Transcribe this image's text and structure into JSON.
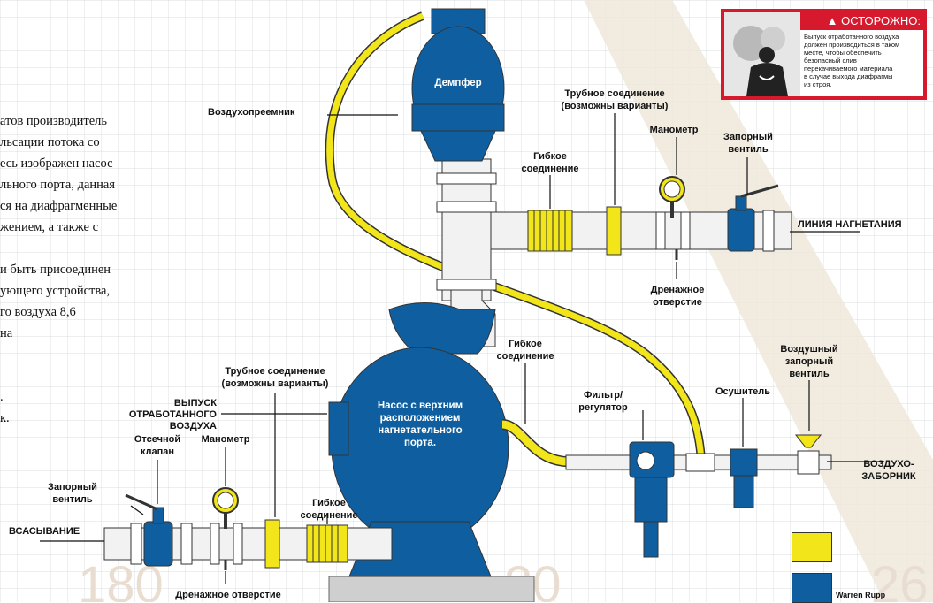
{
  "body_text": [
    "атов производитель",
    "льсации потока со",
    "есь изображен насос",
    "льного порта, данная",
    "ся на диафрагменные",
    "жением, а также с",
    "",
    "и быть присоединен",
    "ующего устройства,",
    "го воздуха 8,6",
    "на",
    "",
    "",
    ".",
    "к."
  ],
  "warning": {
    "title": "ОСТОРОЖНО:",
    "lines": [
      "Выпуск отработанного воздуха",
      "должен производиться в таком",
      "месте, чтобы обеспечить",
      "безопасный слив",
      "перекачиваемого материала",
      "в случае выхода диафрагмы",
      "из строя."
    ]
  },
  "components": {
    "damper": "Демпфер",
    "pump": [
      "Насос с верхним",
      "расположением",
      "нагнетательного",
      "порта."
    ]
  },
  "labels": {
    "air_intake": "Воздухопреемник",
    "pipe_conn_top": [
      "Трубное соединение",
      "(возможны варианты)"
    ],
    "flex_top": [
      "Гибкое",
      "соединение"
    ],
    "gauge_top": "Манометр",
    "valve_top": [
      "Запорный",
      "вентиль"
    ],
    "discharge_line": "ЛИНИЯ НАГНЕТАНИЯ",
    "drain_top": [
      "Дренажное",
      "отверстие"
    ],
    "flex_mid": [
      "Гибкое",
      "соединение"
    ],
    "air_valve": [
      "Воздушный",
      "запорный",
      "вентиль"
    ],
    "dryer": "Осушитель",
    "filter": [
      "Фильтр/",
      "регулятор"
    ],
    "air_inlet": [
      "ВОЗДУХО-",
      "ЗАБОРНИК"
    ],
    "pipe_conn_bottom": [
      "Трубное соединение",
      "(возможны варианты)"
    ],
    "exhaust": [
      "ВЫПУСК",
      "ОТРАБОТАННОГО",
      "ВОЗДУХА"
    ],
    "shutoff_valve": [
      "Отсечной",
      "клапан"
    ],
    "gauge_bottom": "Манометр",
    "valve_bottom": [
      "Запорный",
      "вентиль"
    ],
    "suction": "ВСАСЫВАНИЕ",
    "flex_bottom": [
      "Гибкое",
      "соединение"
    ],
    "drain_bottom": "Дренажное отверстие"
  },
  "scale_numbers": [
    "180",
    "20",
    "26"
  ],
  "brand": "Warren Rupp",
  "colors": {
    "pump_blue": "#0f5fa0",
    "hose_yellow": "#f2e51a",
    "beige_band": "#efe7da",
    "warning_red": "#d7192e"
  }
}
